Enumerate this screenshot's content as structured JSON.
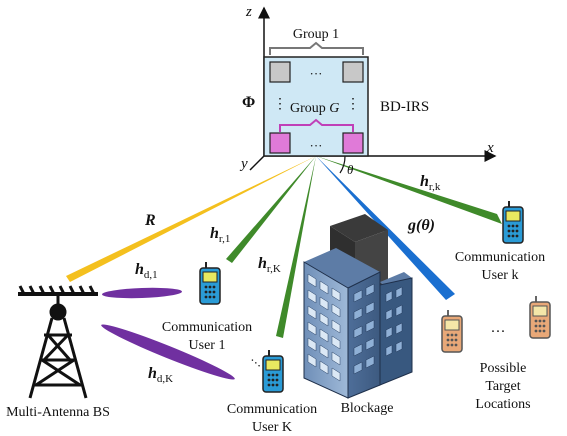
{
  "axes": {
    "z": "z",
    "x": "x",
    "y": "y",
    "theta": "θ"
  },
  "irs": {
    "group1": "Group 1",
    "groupG_prefix": "Group ",
    "groupG_var": "G",
    "label": "BD-IRS",
    "phi": "Φ",
    "dots": "···",
    "vdots": "⋮"
  },
  "channels": {
    "R": "R",
    "hr1_main": "h",
    "hr1_sub": "r,1",
    "hrK_main": "h",
    "hrK_sub": "r,K",
    "hrk_main": "h",
    "hrk_sub": "r,k",
    "hd1_main": "h",
    "hd1_sub": "d,1",
    "hdK_main": "h",
    "hdK_sub": "d,K",
    "g": "g(θ)"
  },
  "labels": {
    "bs": "Multi-Antenna BS",
    "user1_line1": "Communication",
    "user1_line2": "User 1",
    "userK_line1": "Communication",
    "userK_line2": "User K",
    "userk_line1": "Communication",
    "userk_line2": "User k",
    "blockage": "Blockage",
    "target_line1": "Possible",
    "target_line2": "Target",
    "target_line3": "Locations",
    "ellipsis": "···"
  },
  "colors": {
    "beam_R": "#f4c01e",
    "beam_green": "#3f8a2a",
    "beam_blue": "#1a6fd0",
    "beam_purple": "#7030a0",
    "irs_fill": "#cfe8f5",
    "group1_element": "#c8c8c8",
    "groupG_element": "#e07ad8",
    "phone_comm": "#2a9bd6",
    "phone_target": "#e8a878"
  }
}
